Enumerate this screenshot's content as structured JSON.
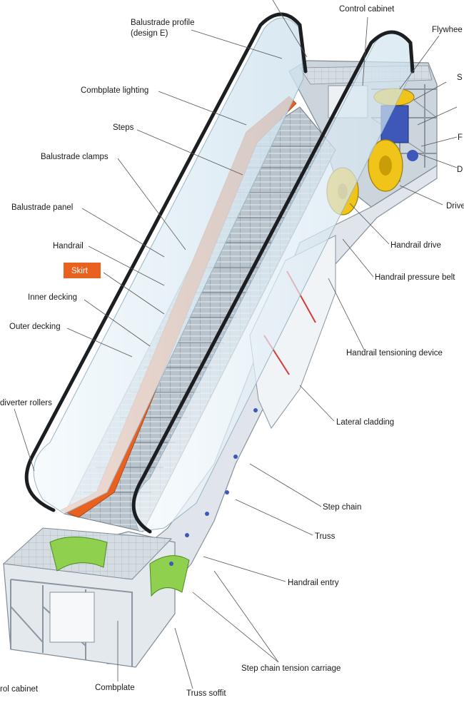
{
  "labels": {
    "balustrade_profile": "Balustrade profile",
    "balustrade_profile_sub": "(design E)",
    "control_cabinet_top": "Control cabinet",
    "flywheel": "Flywhee",
    "comb_lighting": "Combplate lighting",
    "steps": "Steps",
    "balustrade_clamps": "Balustrade clamps",
    "balustrade_panel": "Balustrade panel",
    "handrail": "Handrail",
    "skirt": "Skirt",
    "inner_decking": "Inner decking",
    "outer_decking": "Outer decking",
    "diverter_rollers": "diverter rollers",
    "edge_s": "S",
    "edge_f": "F",
    "edge_d": "D",
    "drive": "Drive",
    "handrail_drive": "Handrail drive",
    "handrail_pressure_belt": "Handrail pressure belt",
    "handrail_tensioning": "Handrail tensioning device",
    "lateral_cladding": "Lateral cladding",
    "step_chain": "Step chain",
    "truss": "Truss",
    "handrail_entry": "Handrail entry",
    "step_chain_tension_carriage": "Step chain tension carriage",
    "control_cabinet_bottom": "rol cabinet",
    "combplate": "Combplate",
    "truss_soffit": "Truss soffit"
  },
  "colors": {
    "skirt": "#e8611f",
    "skirt_label_bg": "#e8611f",
    "steel": "#c9d2da",
    "frame": "#9aa6b2",
    "glass": "#dfeef7",
    "handrail": "#1c1f22",
    "motor_yellow": "#f0c419",
    "motor_blue": "#3d58b8",
    "green_part": "#8fd14f",
    "cladding_stripe": "#d83a3a"
  }
}
